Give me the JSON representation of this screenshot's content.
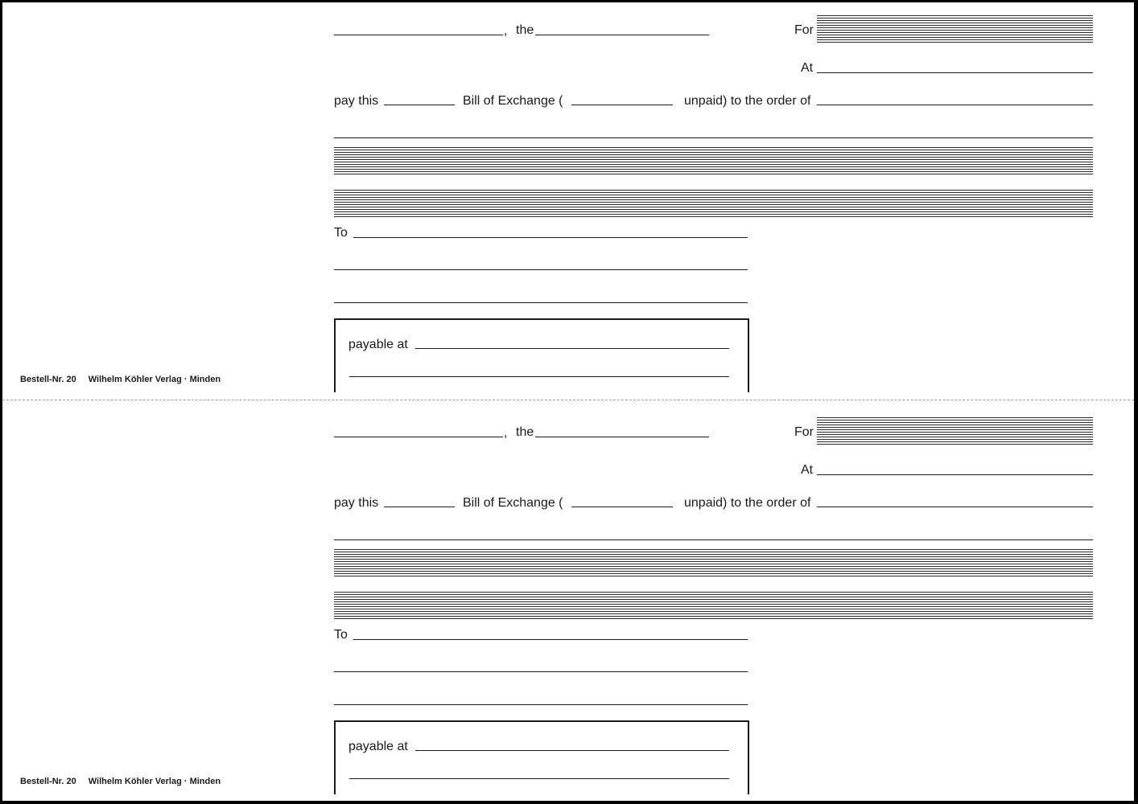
{
  "form": {
    "comma": ",",
    "the_label": "the",
    "for_label": "For",
    "at_label": "At",
    "pay_this_label": "pay this",
    "bill_of_exchange_label": "Bill of Exchange (",
    "unpaid_label": "unpaid) to the order of",
    "to_label": "To",
    "payable_at_label": "payable at",
    "order_number": "Bestell-Nr. 20",
    "publisher": "Wilhelm Köhler Verlag · Minden"
  }
}
